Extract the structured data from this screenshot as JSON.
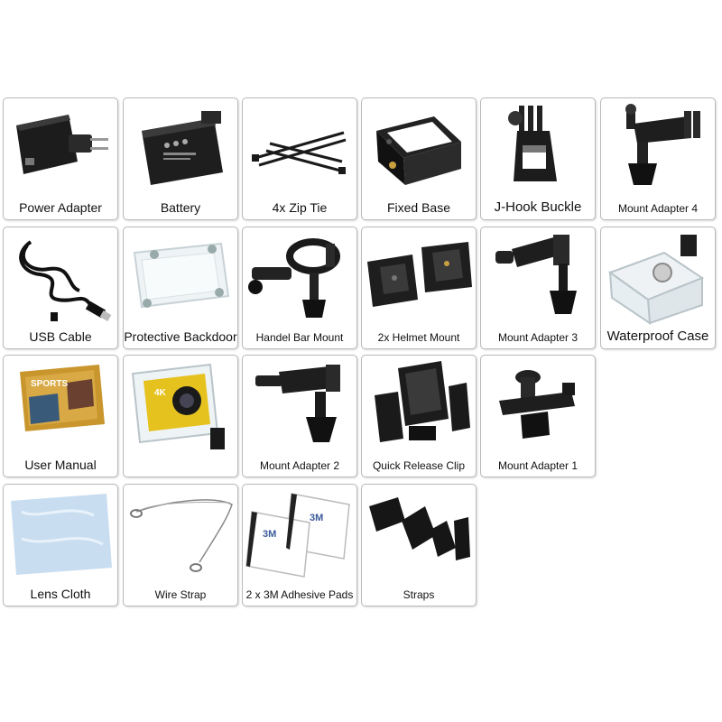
{
  "items": [
    {
      "label": "Power Adapter",
      "icon": "power-adapter-icon"
    },
    {
      "label": "Battery",
      "icon": "battery-icon"
    },
    {
      "label": "4x Zip Tie",
      "icon": "zip-tie-icon"
    },
    {
      "label": "Fixed Base",
      "icon": "fixed-base-icon"
    },
    {
      "label": "J-Hook Buckle",
      "icon": "j-hook-buckle-icon"
    },
    {
      "label": "Mount Adapter 4",
      "icon": "mount-adapter-icon"
    },
    {
      "label": "USB Cable",
      "icon": "usb-cable-icon"
    },
    {
      "label": "Protective Backdoor",
      "icon": "backdoor-icon"
    },
    {
      "label": "Handel Bar Mount",
      "icon": "handlebar-mount-icon"
    },
    {
      "label": "2x Helmet Mount",
      "icon": "helmet-mount-icon"
    },
    {
      "label": "Mount Adapter 3",
      "icon": "mount-adapter-icon"
    },
    {
      "label": "Waterproof Case",
      "icon": "waterproof-case-icon"
    },
    {
      "label": "User Manual",
      "icon": "user-manual-icon",
      "text": "SPORTS"
    },
    {
      "label": "",
      "icon": "action-camera-icon",
      "text": "4K"
    },
    {
      "label": "Mount Adapter 2",
      "icon": "mount-adapter-icon"
    },
    {
      "label": "Quick Release Clip",
      "icon": "quick-release-clip-icon"
    },
    {
      "label": "Mount Adapter 1",
      "icon": "mount-adapter-icon"
    },
    {
      "label": "Lens Cloth",
      "icon": "lens-cloth-icon"
    },
    {
      "label": "Wire Strap",
      "icon": "wire-strap-icon"
    },
    {
      "label": "2 x 3M Adhesive Pads",
      "icon": "adhesive-pads-icon",
      "text": "3M"
    },
    {
      "label": "Straps",
      "icon": "straps-icon"
    }
  ]
}
